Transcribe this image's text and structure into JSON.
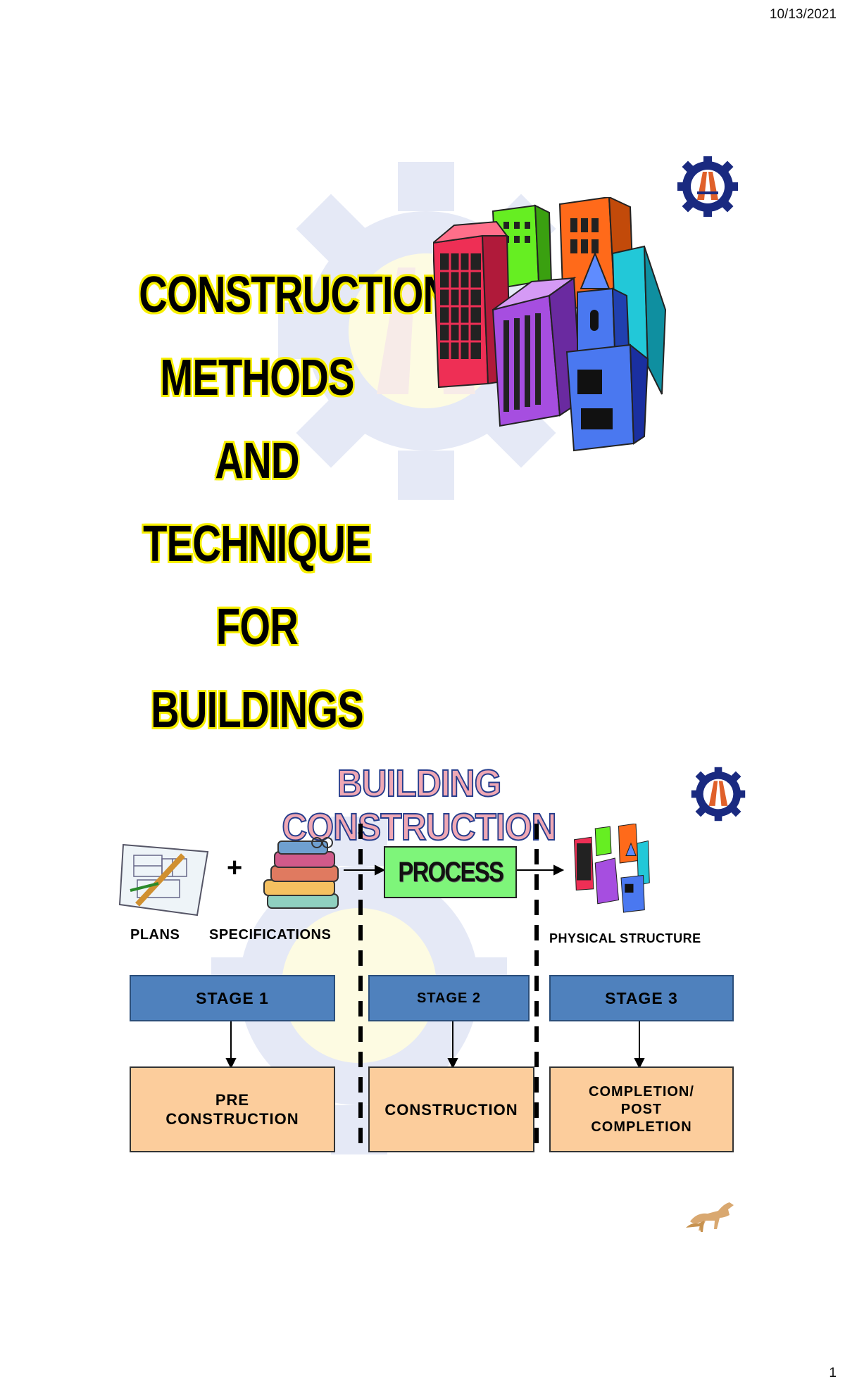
{
  "header": {
    "date": "10/13/2021"
  },
  "footer": {
    "page_number": "1"
  },
  "slide1": {
    "title_lines": [
      "CONSTRUCTION",
      "METHODS AND",
      "TECHNIQUE FOR",
      "BUILDINGS"
    ]
  },
  "slide2": {
    "title": "BUILDING CONSTRUCTION",
    "inputs": {
      "plans": "PLANS",
      "plus": "+",
      "specifications": "SPECIFICATIONS"
    },
    "process": "PROCESS",
    "output": "PHYSICAL STRUCTURE",
    "stages": [
      {
        "label": "STAGE 1",
        "result_lines": [
          "PRE",
          "CONSTRUCTION"
        ]
      },
      {
        "label": "STAGE 2",
        "result_lines": [
          "CONSTRUCTION"
        ]
      },
      {
        "label": "STAGE 3",
        "result_lines": [
          "COMPLETION/",
          "POST",
          "COMPLETION"
        ]
      }
    ]
  },
  "colors": {
    "stage_fill": "#4f81bd",
    "result_fill": "#fccd9c",
    "process_fill": "#7ef57a",
    "title_outline": "#f7ef00"
  }
}
